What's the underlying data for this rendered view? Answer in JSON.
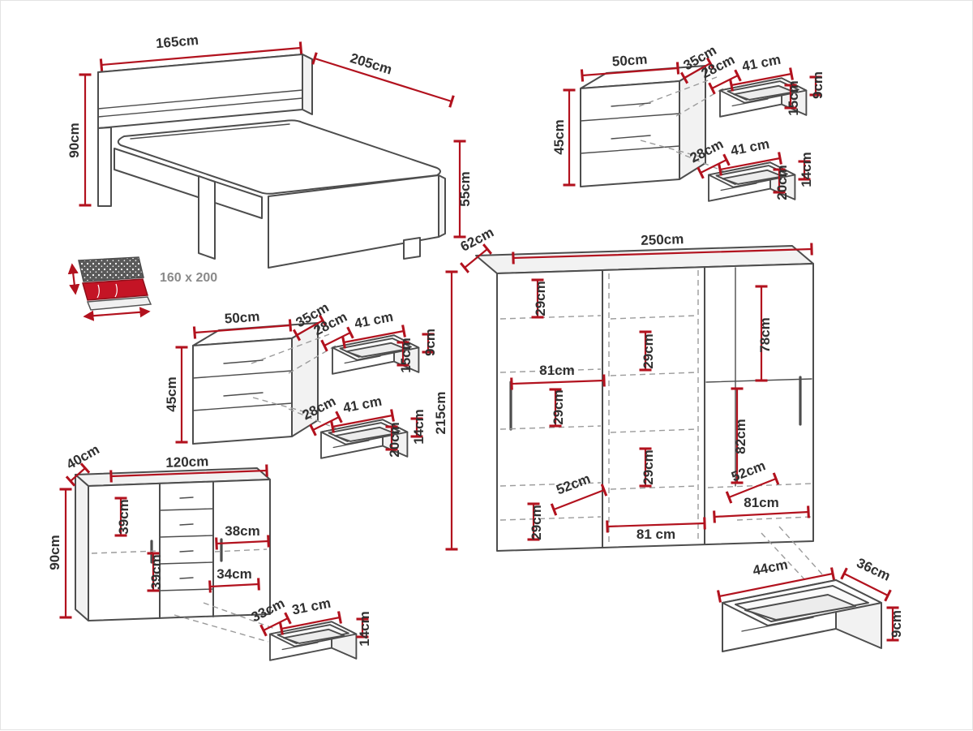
{
  "colors": {
    "dimension_red": "#b2121e",
    "outline_gray": "#4d4d4d",
    "dashed_gray": "#9b9b9b",
    "mattress_red": "#c41425"
  },
  "labels": {
    "bed": {
      "w": "165cm",
      "d": "205cm",
      "h": "90cm",
      "h2": "55cm",
      "mattress": "160 x 200"
    },
    "ns": {
      "w": "50cm",
      "d": "35cm",
      "h": "45cm"
    },
    "nsDrawerA": {
      "d": "28cm",
      "w": "41 cm",
      "h": "9cm",
      "h2": "15cm"
    },
    "nsDrawerB": {
      "d": "28cm",
      "w": "41 cm",
      "h": "14cm",
      "h2": "20cm"
    },
    "wardrobe": {
      "d": "62cm",
      "w": "250cm",
      "h": "215cm",
      "i1": "29cm",
      "i2": "78cm",
      "i3": "29cm",
      "i4": "81cm",
      "i5": "29cm",
      "i6": "29cm",
      "i7": "82cm",
      "i8": "52cm",
      "i9": "52cm",
      "i10": "29cm",
      "i11": "81 cm",
      "i12": "81cm"
    },
    "dresser": {
      "d": "40cm",
      "w": "120cm",
      "h": "90cm",
      "i1": "39cm",
      "i2": "38cm",
      "i3": "39cm",
      "i4": "34cm"
    },
    "dresserDrawer": {
      "d": "33cm",
      "w": "31 cm",
      "h": "14cm"
    },
    "bigDrawer": {
      "d": "44cm",
      "w": "36cm",
      "h": "9cm"
    }
  }
}
